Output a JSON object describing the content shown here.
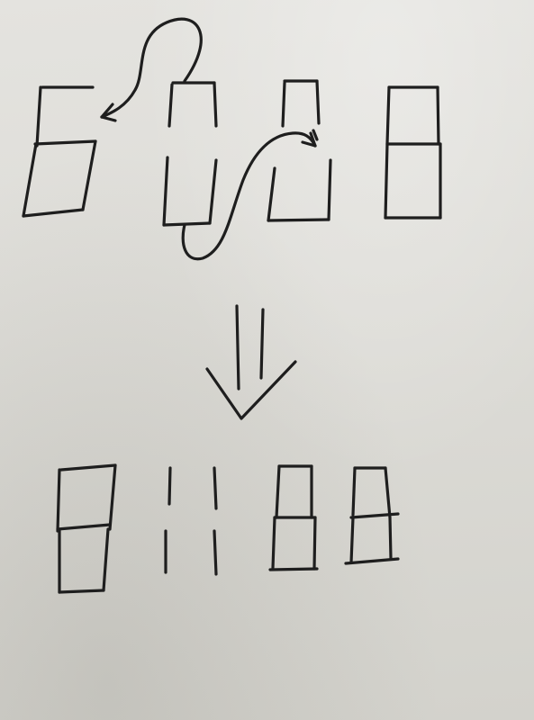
{
  "scene": {
    "description_type": "photo of handwritten matchstick-style digit puzzle on paper",
    "ink_color": "#1e1e1e",
    "paper_color": "#dddcd7"
  },
  "puzzle": {
    "before": {
      "digits": [
        "6",
        "0",
        "0",
        "8"
      ],
      "moves": [
        {
          "from_digit": 2,
          "to_digit": 1
        },
        {
          "from_digit": 2,
          "to_digit": 3
        }
      ]
    },
    "transition_symbol": "double-down-arrow",
    "after": {
      "digits": [
        "9",
        "1",
        "1",
        "8"
      ]
    }
  }
}
